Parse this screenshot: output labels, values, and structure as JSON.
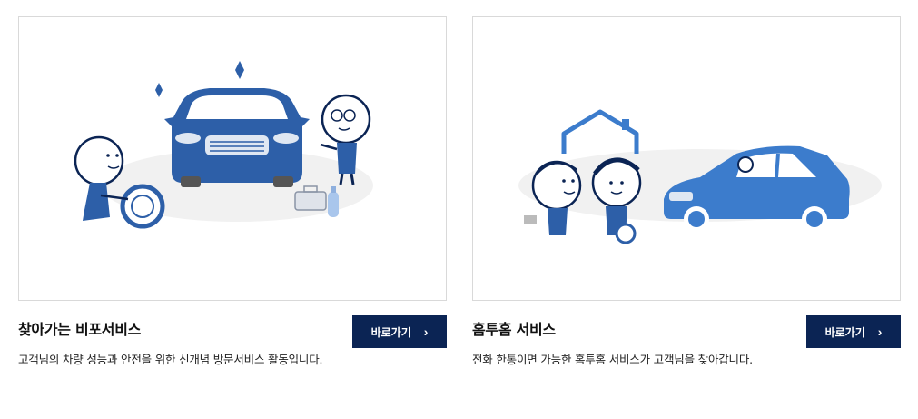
{
  "cards": [
    {
      "title": "찾아가는 비포서비스",
      "button_label": "바로가기",
      "button_icon": "chevron-right-icon",
      "description": "고객님의 차량 성능과 안전을 위한 신개념 방문서비스 활동입니다."
    },
    {
      "title": "홈투홈 서비스",
      "button_label": "바로가기",
      "button_icon": "chevron-right-icon",
      "description": "전화 한통이면 가능한 홈투홈 서비스가 고객님을 찾아갑니다."
    }
  ],
  "colors": {
    "button_bg": "#0b2454",
    "illustration_blue": "#2d5fa8",
    "illustration_light_blue": "#3c7ccc"
  }
}
